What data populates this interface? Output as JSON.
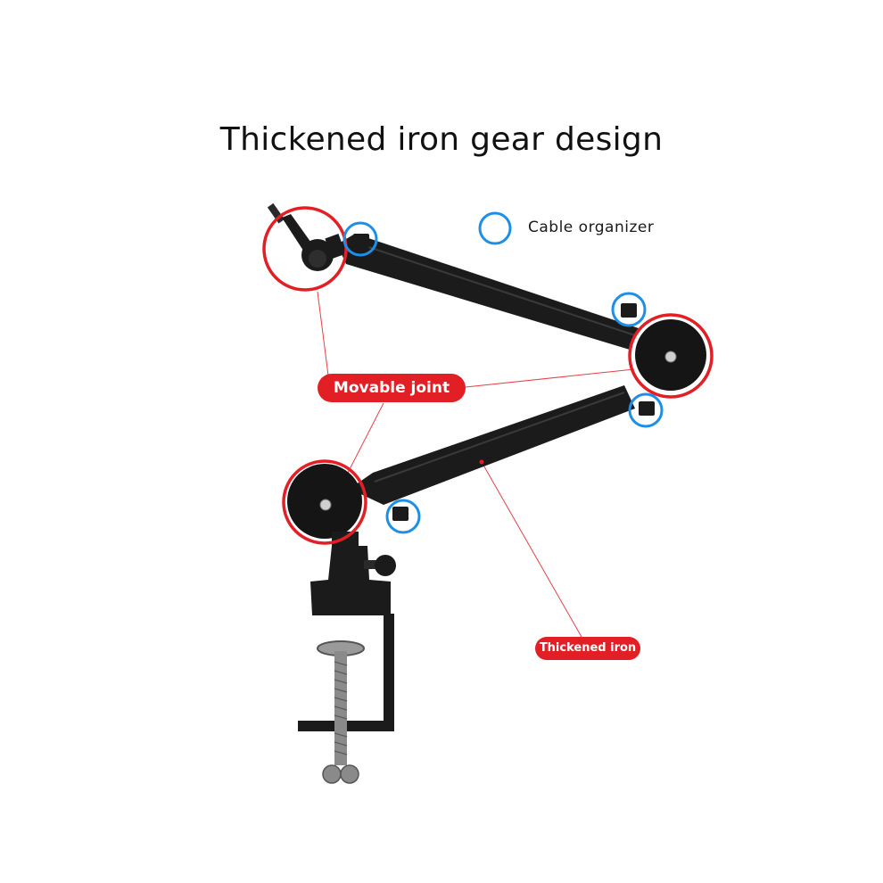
{
  "title": "Thickened iron gear design",
  "legend": {
    "cable_organizer_label": "Cable organizer",
    "marker_color": "#1e8fe6"
  },
  "callouts": {
    "movable_joint": "Movable joint",
    "thickened_iron": "Thickened iron"
  },
  "colors": {
    "highlight_red": "#e31f26",
    "arm_black": "#1b1b1b"
  }
}
